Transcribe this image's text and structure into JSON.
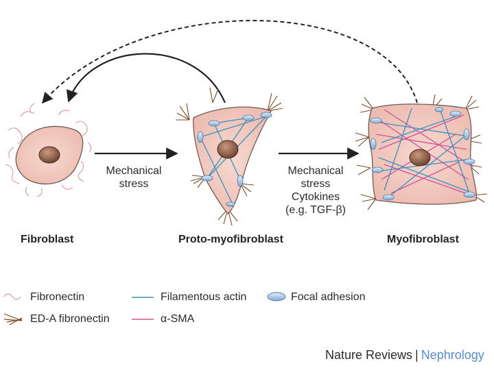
{
  "cells": {
    "fibroblast": "Fibroblast",
    "proto": "Proto-myofibroblast",
    "myo": "Myofibroblast"
  },
  "arrows": {
    "first_line1": "Mechanical",
    "first_line2": "stress",
    "second_line1": "Mechanical",
    "second_line2": "stress",
    "second_line3": "Cytokines",
    "second_line4": "(e.g. TGF-β)"
  },
  "legend": {
    "fibronectin": "Fibronectin",
    "eda_fibronectin": "ED-A fibronectin",
    "filamentous_actin": "Filamentous actin",
    "alpha_sma": "α-SMA",
    "focal_adhesion": "Focal adhesion"
  },
  "footer": {
    "publisher": "Nature Reviews",
    "separator": "|",
    "journal": "Nephrology"
  },
  "colors": {
    "cell_fill": "#f1c8be",
    "cell_stroke": "#6e5a55",
    "nucleus": "#8b5a44",
    "actin": "#3a8fc0",
    "sma": "#d0509a",
    "adhesion": "#a9c9ea",
    "fibronectin": "#c98a82",
    "eda": "#7a4a2a"
  }
}
